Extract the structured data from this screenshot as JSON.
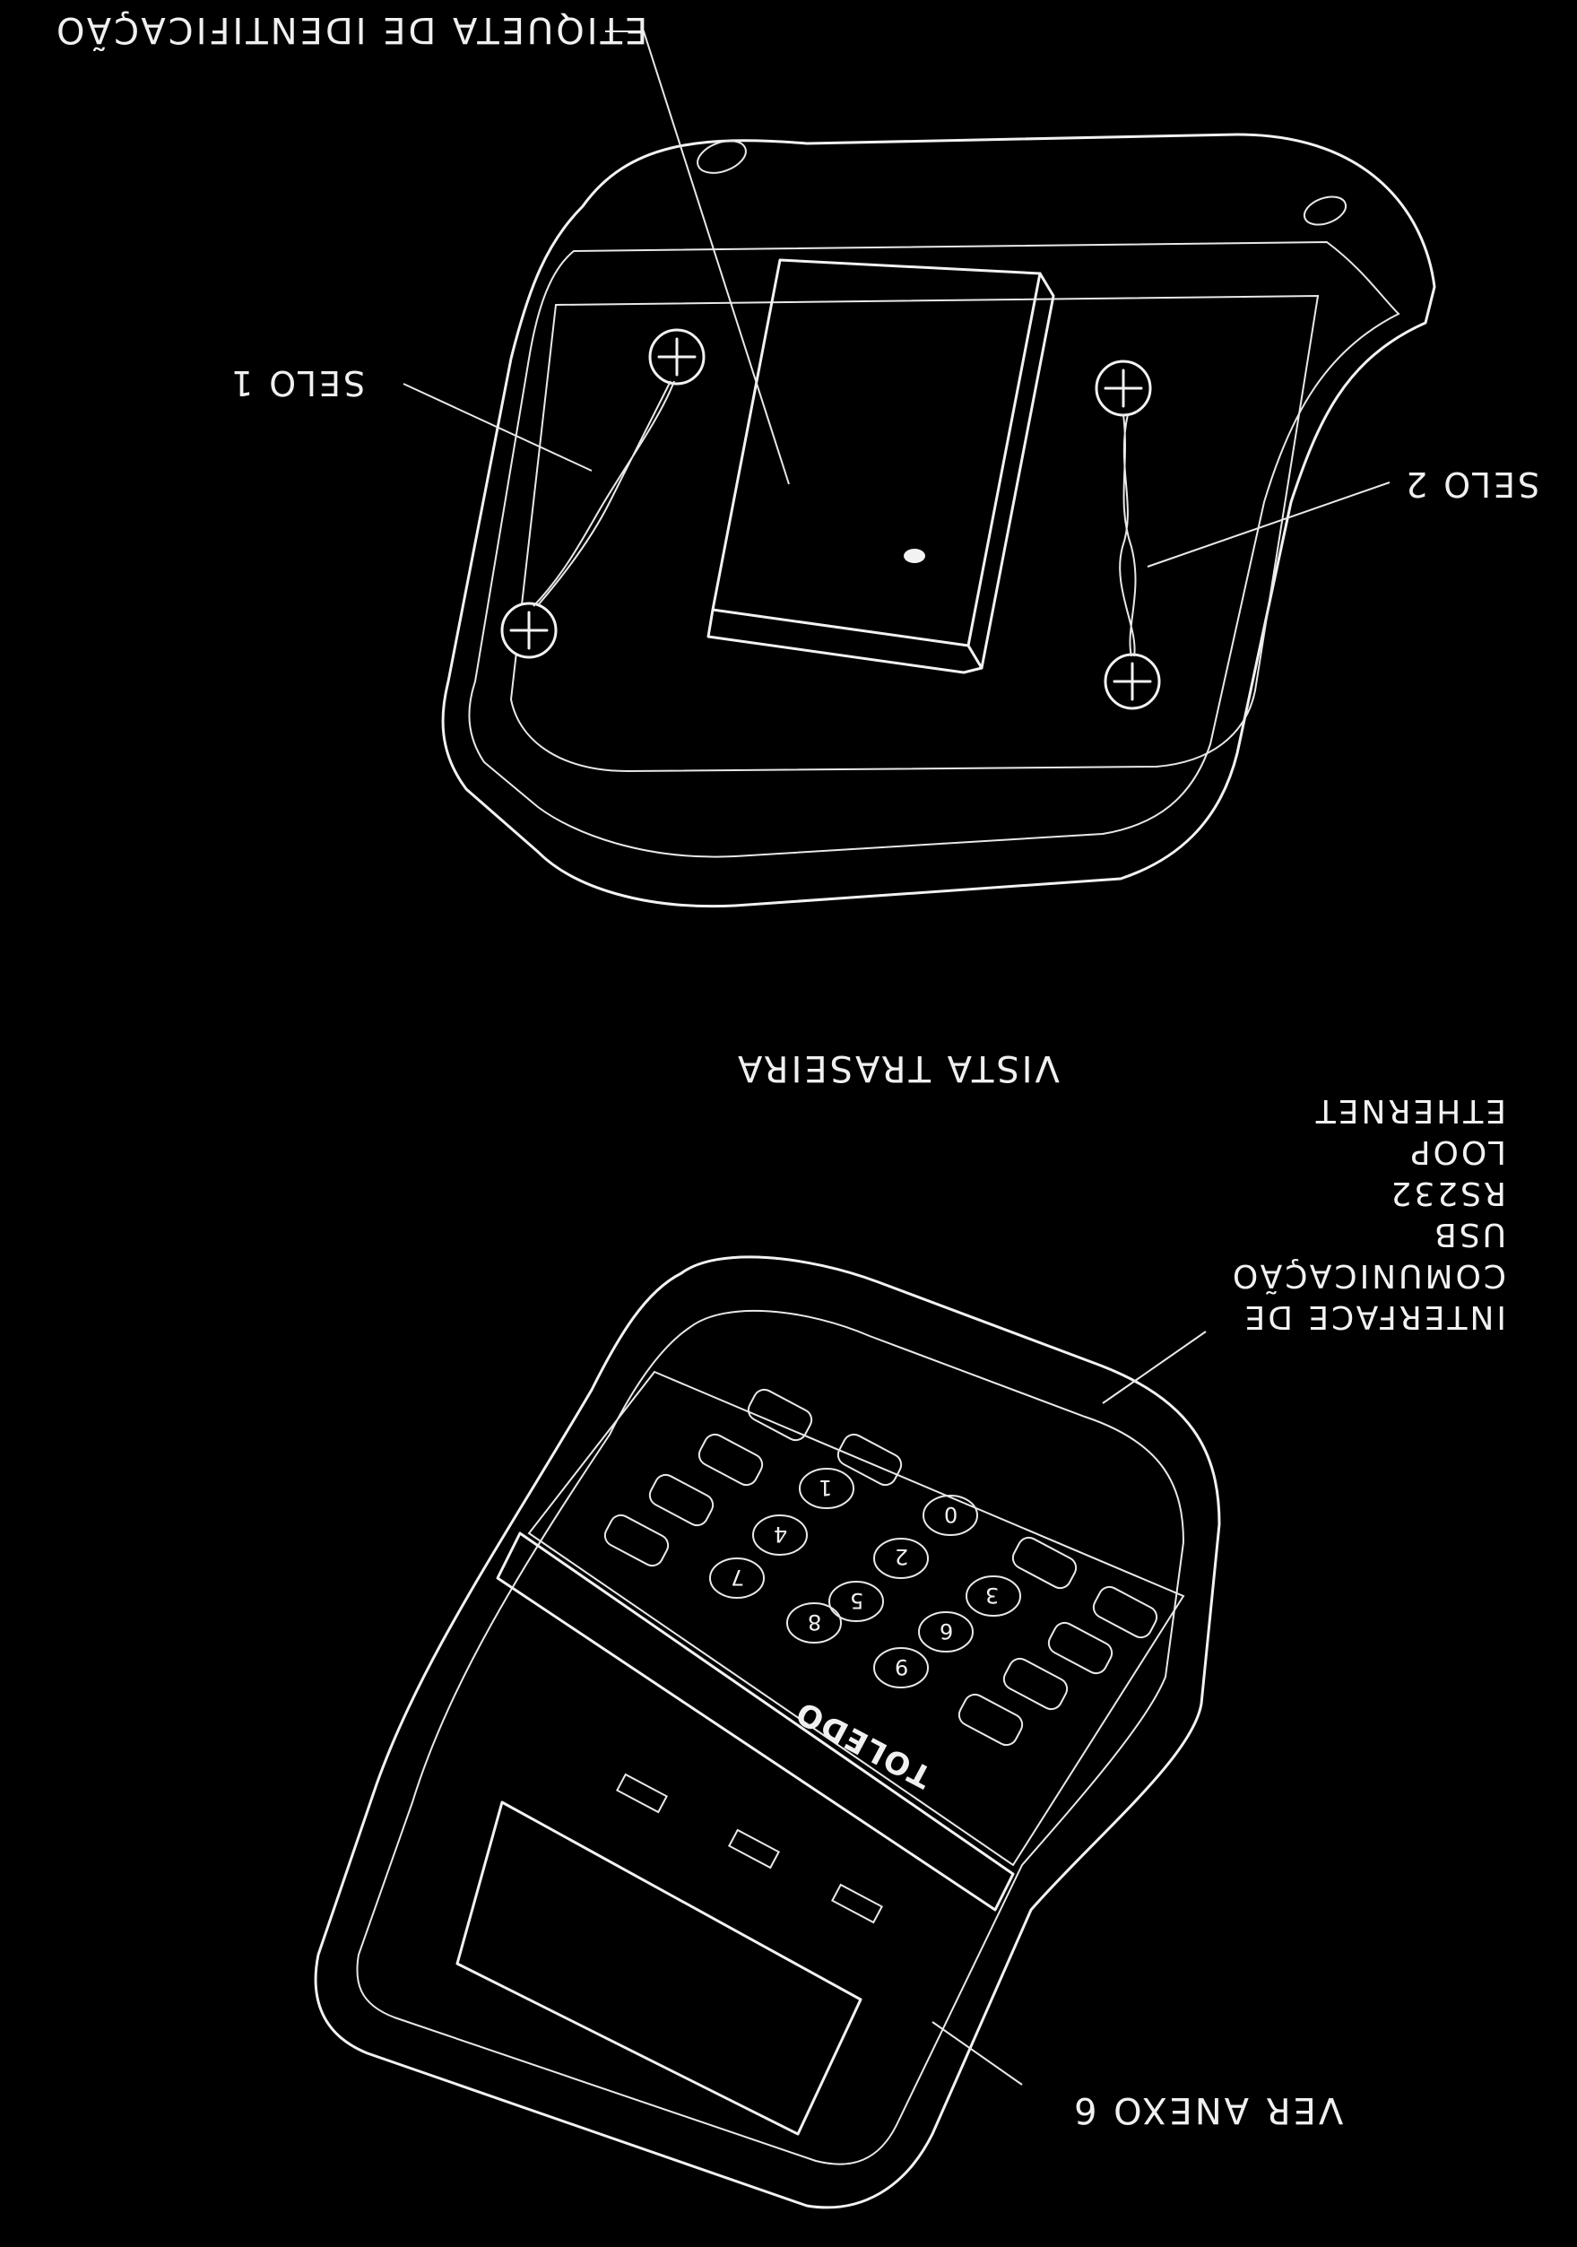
{
  "labels": {
    "etiqueta": "ETIQUETA DE IDENTIFICAÇÃO",
    "selo1": "SELO 1",
    "selo2": "SELO 2",
    "vista_traseira": "VISTA TRASEIRA",
    "interface": [
      "INTERFACE DE",
      "COMUNICAÇÃO",
      "USB",
      "RS232",
      "LOOP",
      "ETHERNET"
    ],
    "ver_anexo": "VER ANEXO 6",
    "brand": "TOLEDO"
  },
  "keypad_keys": [
    "1",
    "2",
    "3",
    "4",
    "5",
    "6",
    "7",
    "8",
    "9",
    "0"
  ],
  "colors": {
    "background": "#000000",
    "line": "#f2f2f2"
  }
}
